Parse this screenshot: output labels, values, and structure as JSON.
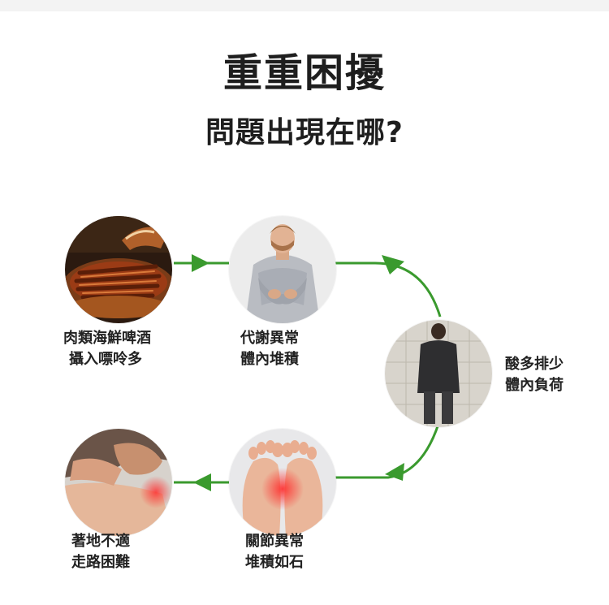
{
  "title": {
    "line1": "重重困擾",
    "line2": "問題出現在哪?"
  },
  "steps": [
    {
      "id": "food",
      "lines": [
        "肉類海鮮啤酒",
        "攝入嘌呤多"
      ]
    },
    {
      "id": "metabolism",
      "lines": [
        "代謝異常",
        "體內堆積"
      ]
    },
    {
      "id": "excretion",
      "lines": [
        "酸多排少",
        "體內負荷"
      ]
    },
    {
      "id": "joint",
      "lines": [
        "關節異常",
        "堆積如石"
      ]
    },
    {
      "id": "walking",
      "lines": [
        "著地不適",
        "走路困難"
      ]
    }
  ],
  "colors": {
    "arrow": "#3a9a2e",
    "title": "#1e1e1e"
  }
}
